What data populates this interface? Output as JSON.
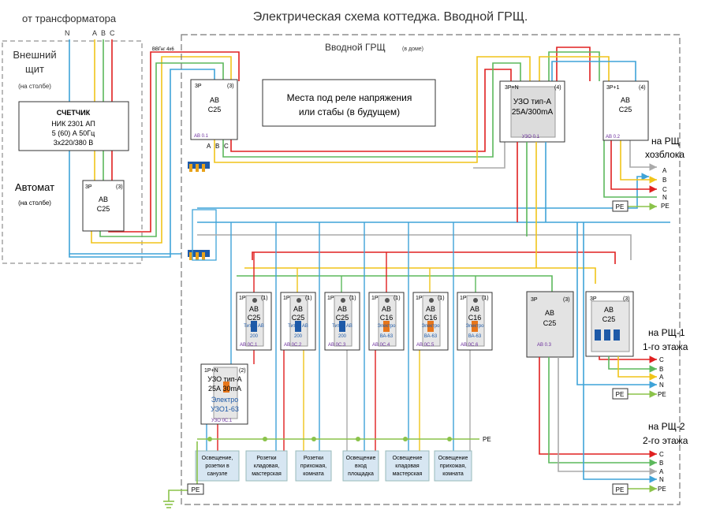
{
  "title": "Электрическая схема коттеджа. Вводной ГРЩ.",
  "transformer_label": "от трансформатора",
  "input_phases": [
    "N",
    "A",
    "B",
    "C"
  ],
  "outer_panel": {
    "title_line1": "Внешний",
    "title_line2": "щит",
    "title_sub": "(на столбе)",
    "meter": {
      "title": "СЧЕТЧИК",
      "line1": "НИК 2301 АП",
      "line2": "5 (60) А 50Гц",
      "line3": "3х220/380 В"
    },
    "breaker_label": "Автомат",
    "breaker_sub": "(на столбе)",
    "breaker": {
      "poles": "3Р",
      "count": "(3)",
      "type": "АВ",
      "rating": "С25"
    }
  },
  "cable_label": "ВВГнг 4х6",
  "main_panel": {
    "title": "Вводной ГРЩ",
    "title_sub": "(в доме)",
    "note": "Места под реле напряжения или стабы (в будущем)",
    "main_breaker": {
      "poles": "3Р",
      "count": "(3)",
      "type": "АВ",
      "rating": "С25",
      "id": "АВ 0.1",
      "phases": [
        "A",
        "B",
        "C"
      ]
    },
    "rcd_main": {
      "poles": "3Р+N",
      "count": "(4)",
      "type": "УЗО тип-А",
      "rating": "25А/300mA",
      "id": "УЗО 0.1"
    },
    "breaker_02": {
      "poles": "3Р+1",
      "count": "(4)",
      "type": "АВ",
      "rating": "С25",
      "id": "АВ 0.2"
    },
    "breaker_03": {
      "poles": "3Р",
      "count": "(3)",
      "type": "АВ",
      "rating": "С25",
      "id": "АВ 0.3"
    },
    "breaker_rsch1": {
      "poles": "3Р",
      "count": "(3)",
      "type": "АВ",
      "rating": "С25"
    },
    "single_breakers": [
      {
        "poles": "1Р",
        "count": "(1)",
        "type": "АВ",
        "rating": "С25",
        "brand": "Титан АВ",
        "brand2": "200",
        "id": "АВ 0С.1"
      },
      {
        "poles": "1Р",
        "count": "(1)",
        "type": "АВ",
        "rating": "С25",
        "brand": "Титан АВ",
        "brand2": "200",
        "id": "АВ 0С.2"
      },
      {
        "poles": "1Р",
        "count": "(1)",
        "type": "АВ",
        "rating": "С25",
        "brand": "Титан АВ",
        "brand2": "200",
        "id": "АВ 0С.3"
      },
      {
        "poles": "1Р",
        "count": "(1)",
        "type": "АВ",
        "rating": "С16",
        "brand": "Электро",
        "brand2": "ВА-63",
        "id": "АВ 0С.4"
      },
      {
        "poles": "1Р",
        "count": "(1)",
        "type": "АВ",
        "rating": "С16",
        "brand": "Электро",
        "brand2": "ВА-63",
        "id": "АВ 0С.5"
      },
      {
        "poles": "1Р",
        "count": "(1)",
        "type": "АВ",
        "rating": "С16",
        "brand": "Электро",
        "brand2": "ВА-63",
        "id": "АВ 0С.6"
      }
    ],
    "rcd_small": {
      "poles": "1Р+N",
      "count": "(2)",
      "type": "УЗО тип-А",
      "rating": "25А 30mA",
      "brand": "Электро",
      "model": "УЗО1-63",
      "id": "УЗО 0С.1"
    },
    "consumers": [
      "Освещение, розетки в санузле",
      "Розетки кладовая, мастерская",
      "Розетки прихожая, комната",
      "Освещение вход площадка",
      "Освещение кладовая мастерская",
      "Освещение прихожая, комната"
    ],
    "pe_label": "PE"
  },
  "outputs": [
    {
      "title1": "на РЩ",
      "title2": "хозблока",
      "lines": [
        "A",
        "B",
        "C",
        "N",
        "PE"
      ]
    },
    {
      "title1": "на РЩ-1",
      "title2": "1-го этажа",
      "lines": [
        "C",
        "B",
        "A",
        "N",
        "PE"
      ]
    },
    {
      "title1": "на РЩ-2",
      "title2": "2-го этажа",
      "lines": [
        "C",
        "B",
        "A",
        "N",
        "PE"
      ]
    }
  ],
  "colors": {
    "phase_a": "#f0c419",
    "phase_b": "#5cb85c",
    "phase_c": "#e02020",
    "neutral": "#3fa3d8",
    "pe": "#8bc34a",
    "gray": "#aaaaaa",
    "frame": "#777777"
  }
}
